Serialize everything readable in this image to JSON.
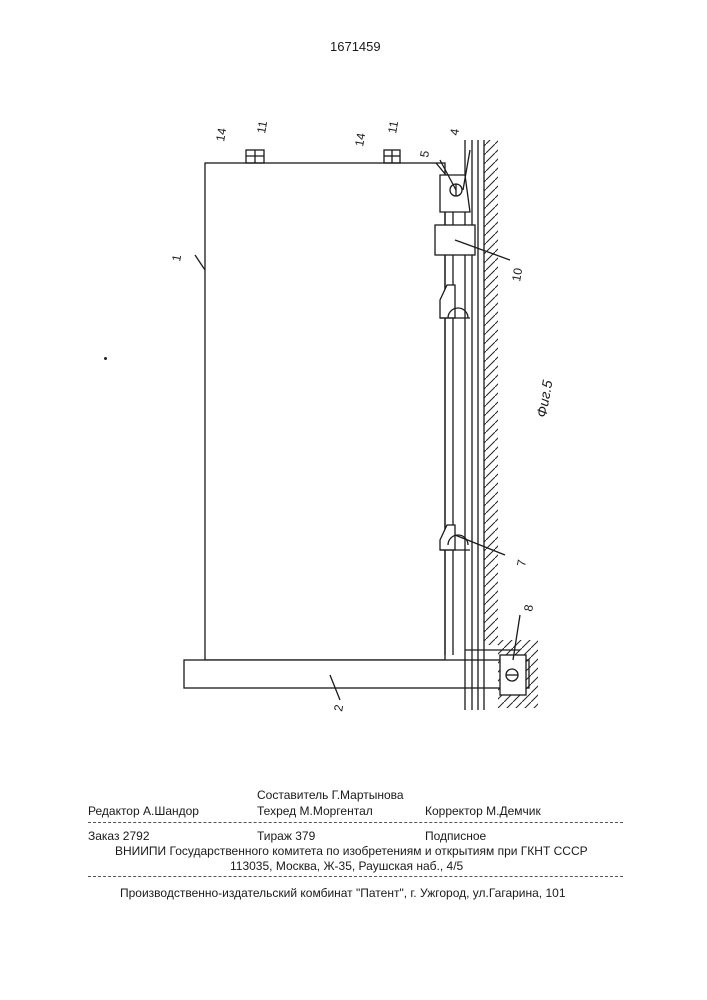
{
  "patent_number": "1671459",
  "drawing": {
    "figure_label": "Фиг.5",
    "callouts": {
      "n1": "1",
      "n2": "2",
      "n4": "4",
      "n5": "5",
      "n7": "7",
      "n8": "8",
      "n10": "10",
      "n11a": "11",
      "n11b": "11",
      "n14a": "14",
      "n14b": "14"
    }
  },
  "imprint": {
    "compiler": "Составитель  Г.Мартынова",
    "editor": "Редактор А.Шандор",
    "techred": "Техред М.Моргентал",
    "corrector": "Корректор  М.Демчик",
    "order": "Заказ  2792",
    "print_run": "Тираж 379",
    "subscription": "Подписное",
    "org": "ВНИИПИ Государственного комитета по изобретениям и открытиям при ГКНТ СССР",
    "address": "113035, Москва, Ж-35, Раушская наб., 4/5",
    "printer": "Производственно-издательский комбинат \"Патент\", г. Ужгород, ул.Гагарина, 101"
  }
}
